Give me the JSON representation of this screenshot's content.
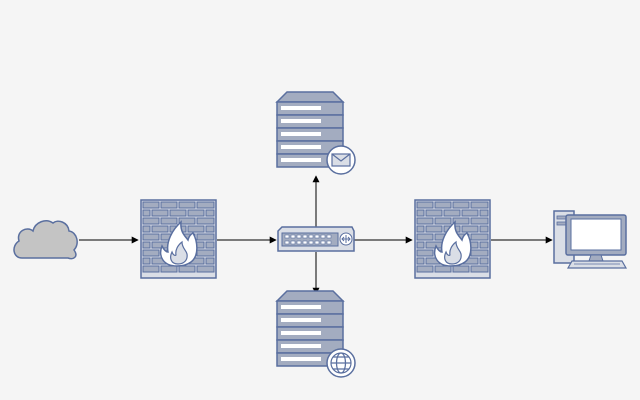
{
  "diagram": {
    "nodes": [
      {
        "id": "internet",
        "icon": "cloud-icon"
      },
      {
        "id": "outer-firewall",
        "icon": "firewall-icon"
      },
      {
        "id": "network-switch",
        "icon": "switch-icon"
      },
      {
        "id": "mail-server",
        "icon": "mail-server-icon"
      },
      {
        "id": "web-server",
        "icon": "web-server-icon"
      },
      {
        "id": "inner-firewall",
        "icon": "firewall-icon"
      },
      {
        "id": "workstation",
        "icon": "desktop-computer-icon"
      }
    ],
    "edges": [
      {
        "from": "internet",
        "to": "outer-firewall"
      },
      {
        "from": "outer-firewall",
        "to": "network-switch"
      },
      {
        "from": "network-switch",
        "to": "mail-server"
      },
      {
        "from": "network-switch",
        "to": "web-server"
      },
      {
        "from": "network-switch",
        "to": "inner-firewall"
      },
      {
        "from": "inner-firewall",
        "to": "workstation"
      }
    ]
  },
  "colors": {
    "background": "#f5f5f5",
    "stroke": "#5a6f9f",
    "fill": "#a3acc0",
    "light_fill": "#dadee6",
    "white": "#ffffff",
    "cloud": "#c4c4c4",
    "line": "#000000"
  }
}
